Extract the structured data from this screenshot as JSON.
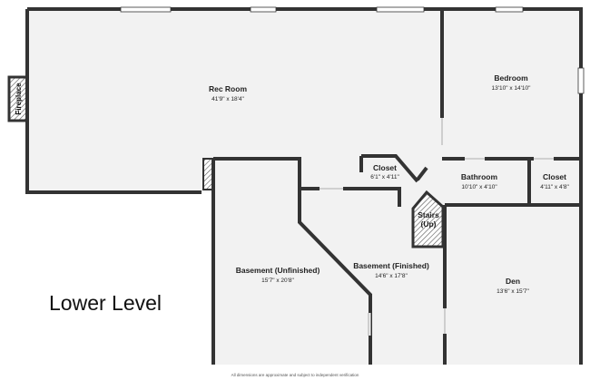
{
  "level_label": "Lower Level",
  "disclaimer": "All dimensions are approximate and subject to independent verification",
  "fireplace_label": "Fireplace",
  "rooms": {
    "rec_room": {
      "name": "Rec Room",
      "dims": "41'9\" x 18'4\""
    },
    "bedroom": {
      "name": "Bedroom",
      "dims": "13'10\" x 14'10\""
    },
    "closet_small": {
      "name": "Closet",
      "dims": "6'1\" x 4'11\""
    },
    "bathroom": {
      "name": "Bathroom",
      "dims": "10'10\" x 4'10\""
    },
    "closet_right": {
      "name": "Closet",
      "dims": "4'11\" x 4'8\""
    },
    "stairs": {
      "name": "Stairs",
      "sub": "(Up)"
    },
    "basement_unfinished": {
      "name": "Basement (Unfinished)",
      "dims": "15'7\" x 20'8\""
    },
    "basement_finished": {
      "name": "Basement (Finished)",
      "dims": "14'6\" x 17'8\""
    },
    "den": {
      "name": "Den",
      "dims": "13'6\" x 15'7\""
    }
  },
  "colors": {
    "floor": "#f2f2f2",
    "wall": "#333333",
    "window": "#ffffff"
  }
}
